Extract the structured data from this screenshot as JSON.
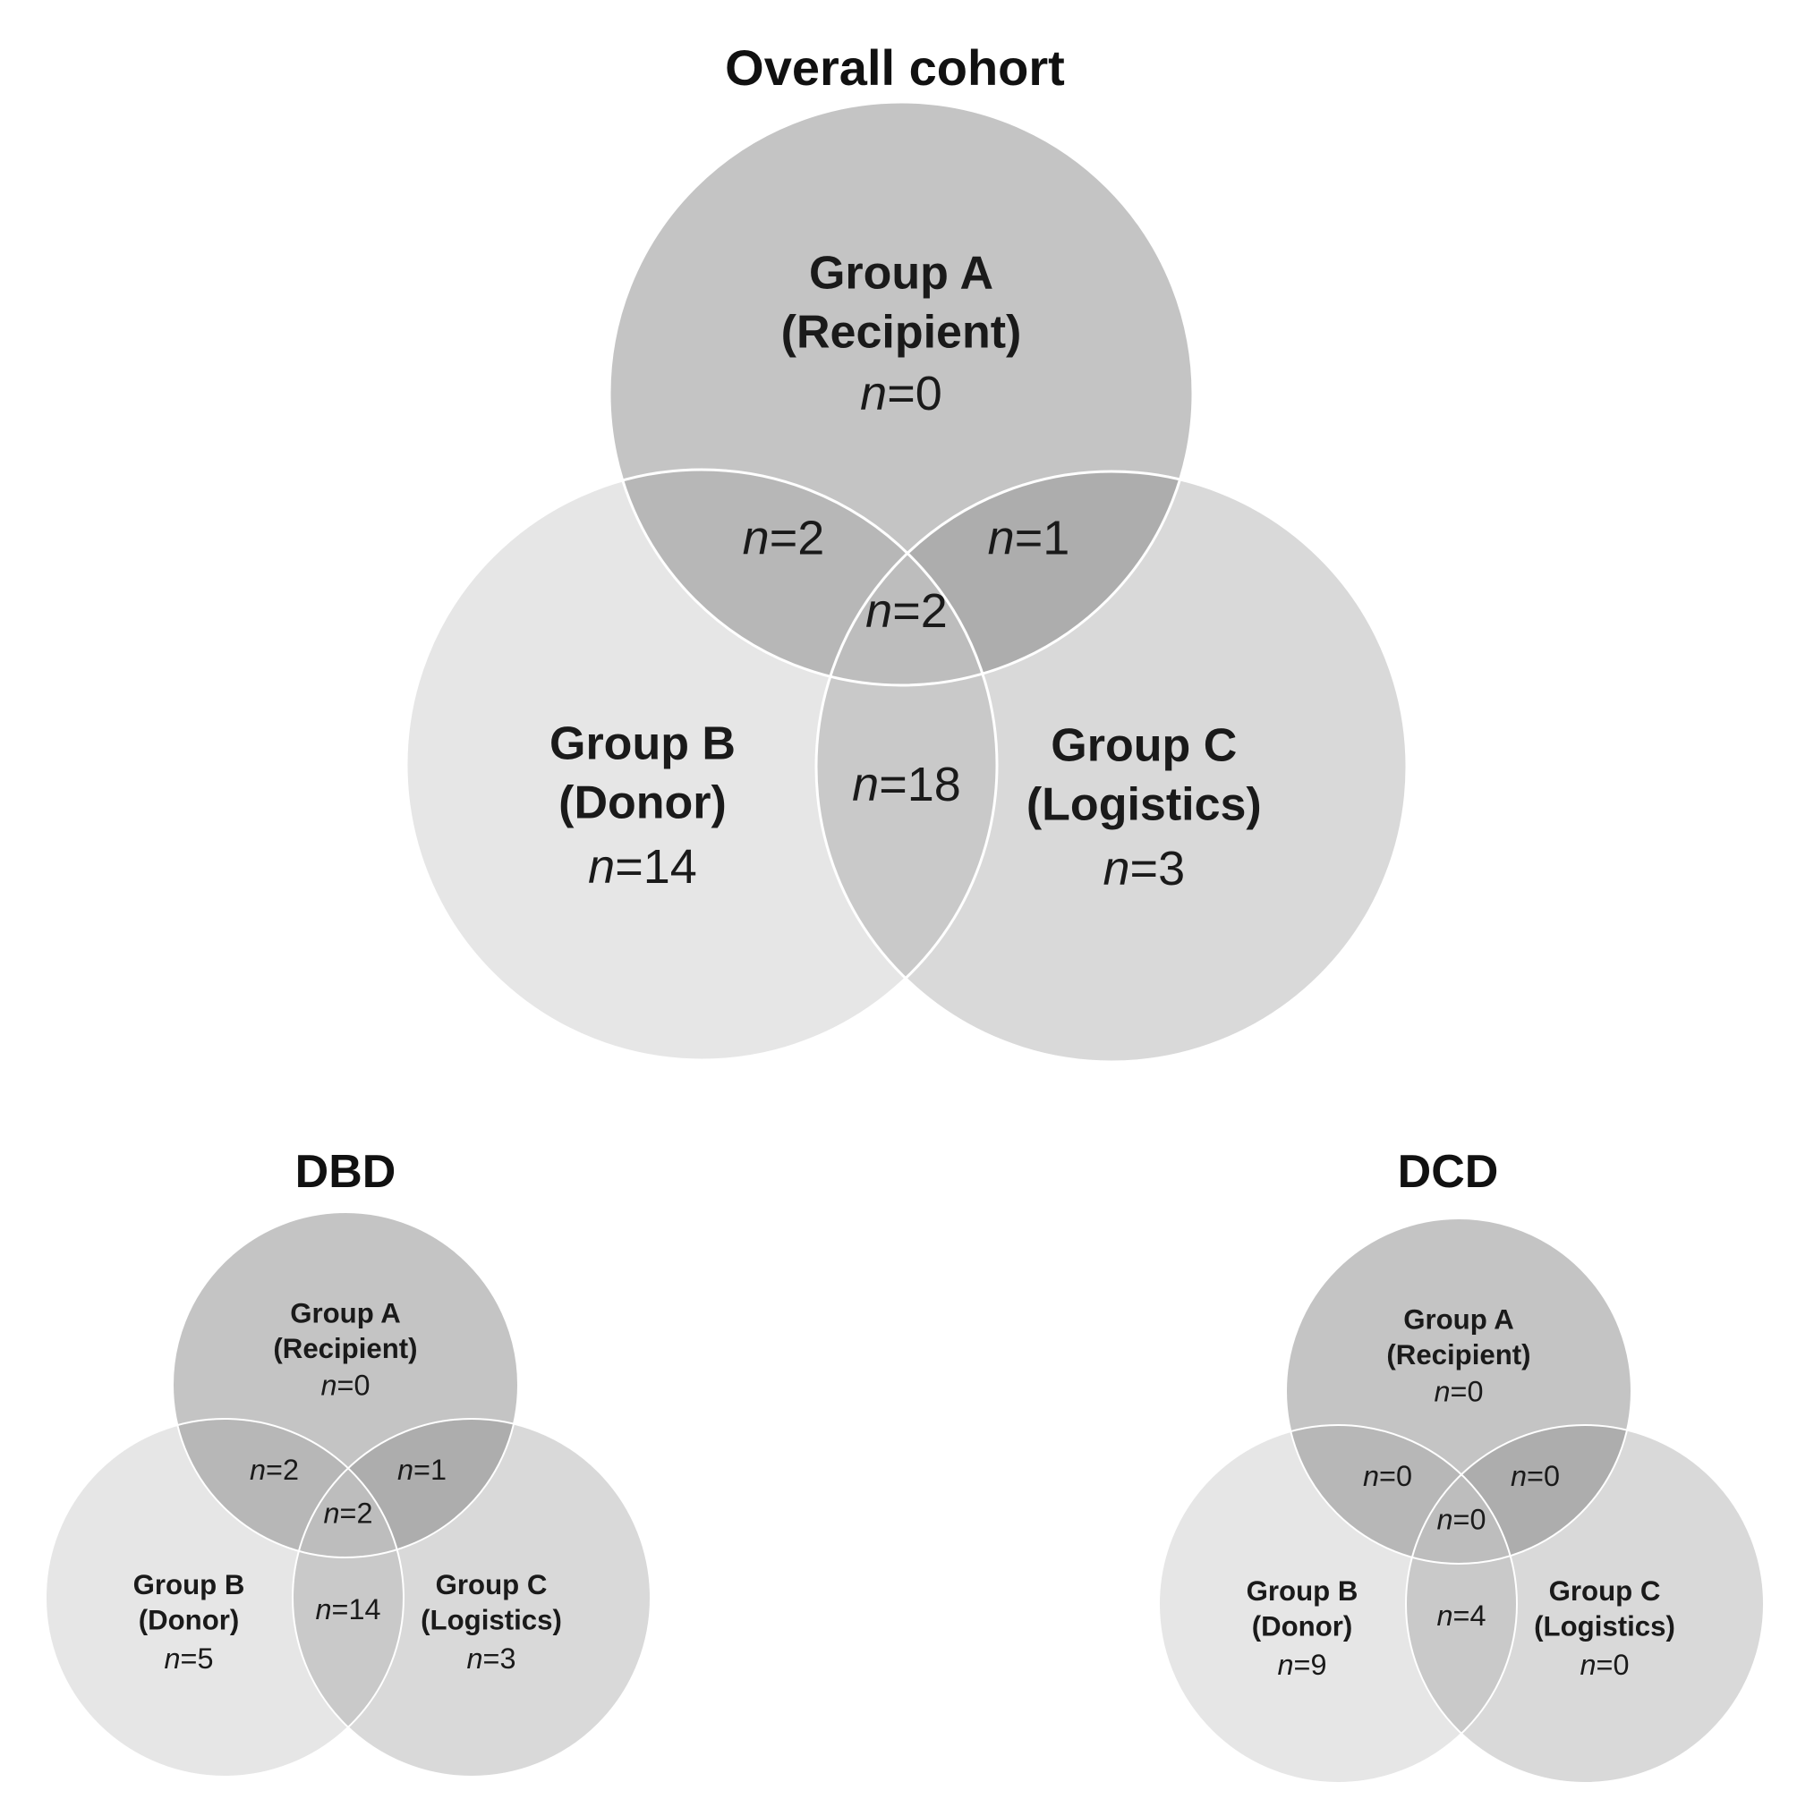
{
  "diagrams": [
    {
      "key": "overall",
      "title": "Overall cohort",
      "group_a": {
        "line1": "Group A",
        "line2": "(Recipient)",
        "n": "0"
      },
      "group_b": {
        "line1": "Group B",
        "line2": "(Donor)",
        "n": "14"
      },
      "group_c": {
        "line1": "Group C",
        "line2": "(Logistics)",
        "n": "3"
      },
      "ab": "2",
      "ac": "1",
      "abc": "2",
      "bc": "18"
    },
    {
      "key": "dbd",
      "title": "DBD",
      "group_a": {
        "line1": "Group A",
        "line2": "(Recipient)",
        "n": "0"
      },
      "group_b": {
        "line1": "Group B",
        "line2": "(Donor)",
        "n": "5"
      },
      "group_c": {
        "line1": "Group C",
        "line2": "(Logistics)",
        "n": "3"
      },
      "ab": "2",
      "ac": "1",
      "abc": "2",
      "bc": "14"
    },
    {
      "key": "dcd",
      "title": "DCD",
      "group_a": {
        "line1": "Group A",
        "line2": "(Recipient)",
        "n": "0"
      },
      "group_b": {
        "line1": "Group B",
        "line2": "(Donor)",
        "n": "9"
      },
      "group_c": {
        "line1": "Group C",
        "line2": "(Logistics)",
        "n": "0"
      },
      "ab": "0",
      "ac": "0",
      "abc": "0",
      "bc": "4"
    }
  ],
  "colors": {
    "circle_a": "#c4c4c4",
    "circle_b": "#e6e6e6",
    "circle_c": "#d9d9d9",
    "overlap_ab": "#b7b7b7",
    "overlap_ac": "#adadad",
    "overlap_bc": "#c9c9c9",
    "overlap_abc": "#bdbdbd",
    "outline": "#ffffff"
  },
  "count_prefix": "n",
  "count_sep": "="
}
